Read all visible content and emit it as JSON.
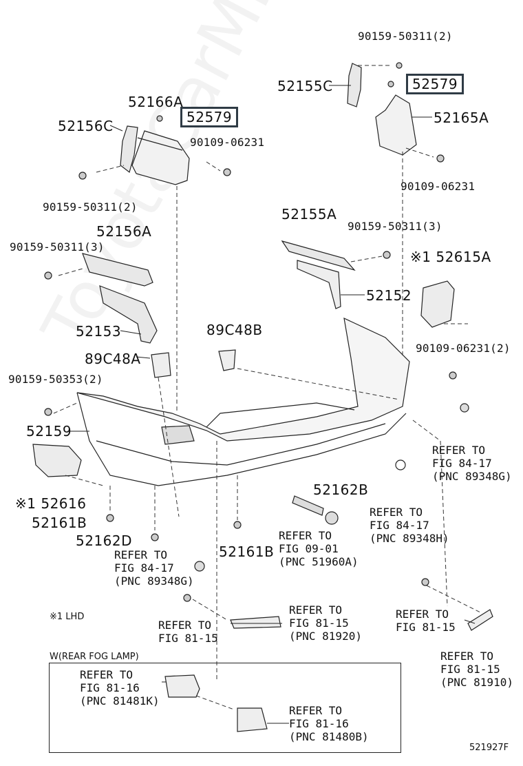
{
  "watermark": "ToyotaCarMine.ru",
  "diagram_id": "521927F",
  "parts": {
    "p90159_50311_2_top": "90159-50311(2)",
    "p52155C": "52155C",
    "p52579_right": "52579",
    "p52165A": "52165A",
    "p90109_06231_right": "90109-06231",
    "p52166A": "52166A",
    "p52579_left": "52579",
    "p52156C": "52156C",
    "p90109_06231_left": "90109-06231",
    "p90159_50311_2_left": "90159-50311(2)",
    "p52155A": "52155A",
    "p90159_50311_3_right": "90159-50311(3)",
    "p52156A": "52156A",
    "p90159_50311_3_left": "90159-50311(3)",
    "p52615A": "※1 52615A",
    "p52152": "52152",
    "p52153": "52153",
    "p89C48B": "89C48B",
    "p89C48A": "89C48A",
    "p90109_06231_2": "90109-06231(2)",
    "p90159_50353_2": "90159-50353(2)",
    "p52159": "52159",
    "p52616": "※1 52616",
    "p52162B": "52162B",
    "p52161B_left": "52161B",
    "p52162D": "52162D",
    "p52161B_mid": "52161B"
  },
  "refs": {
    "r1": "REFER TO\nFIG 84-17\n(PNC 89348G)",
    "r2": "REFER TO\nFIG 84-17\n(PNC 89348H)",
    "r3": "REFER TO\nFIG 09-01\n(PNC 51960A)",
    "r4": "REFER TO\nFIG 84-17\n(PNC 89348G)",
    "r5": "REFER TO\nFIG 81-15\n(PNC 81920)",
    "r6": "REFER TO\nFIG 81-15",
    "r7": "REFER TO\nFIG 81-15",
    "r8": "REFER TO\nFIG 81-15\n(PNC 81910)",
    "r9": "REFER TO\nFIG 81-16\n(PNC 81481K)",
    "r10": "REFER TO\nFIG 81-16\n(PNC 81480B)"
  },
  "notes": {
    "lhd": "※1 LHD",
    "fog_box_title": "W(REAR FOG LAMP)"
  }
}
